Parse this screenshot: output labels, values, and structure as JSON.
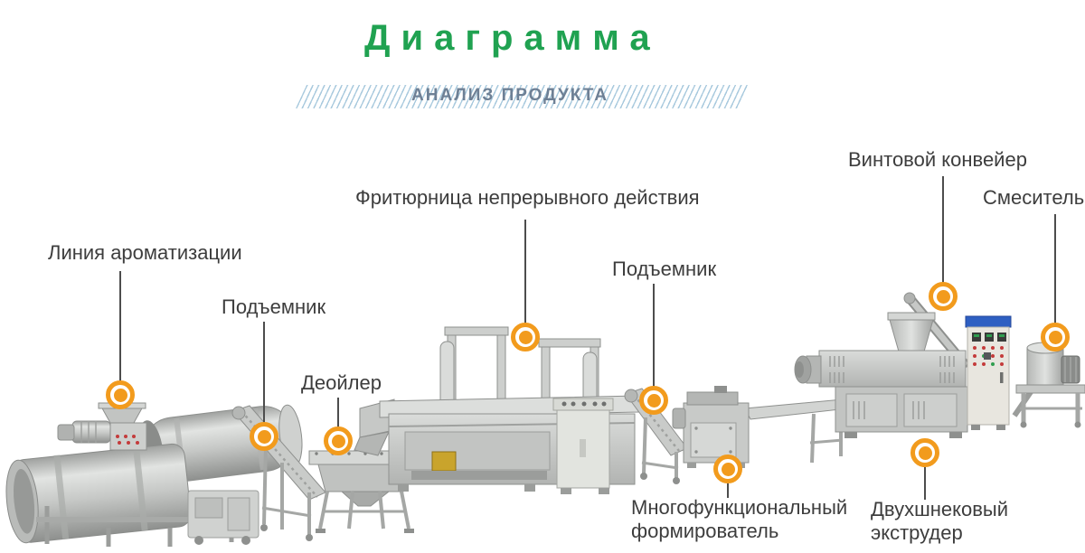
{
  "header": {
    "title": "Диаграмма",
    "subtitle": "АНАЛИЗ ПРОДУКТА"
  },
  "colors": {
    "title_green": "#20a251",
    "marker_orange": "#f29b1d",
    "band_stripe_blue": "#a9cade",
    "subtitle_text": "#6e8095",
    "label_text": "#3d3d3d",
    "line_gray": "#4d4d4d"
  },
  "callouts": [
    {
      "text": "Линия ароматизации"
    },
    {
      "text": "Подъемник"
    },
    {
      "text": "Деойлер"
    },
    {
      "text": "Фритюрница непрерывного действия"
    },
    {
      "text": "Подъемник"
    },
    {
      "text": "Винтовой конвейер"
    },
    {
      "text": "Смеситель"
    },
    {
      "text": "Многофункциональный",
      "text2": "формирователь"
    },
    {
      "text": "Двухшнековый",
      "text2": "экструдер"
    }
  ]
}
